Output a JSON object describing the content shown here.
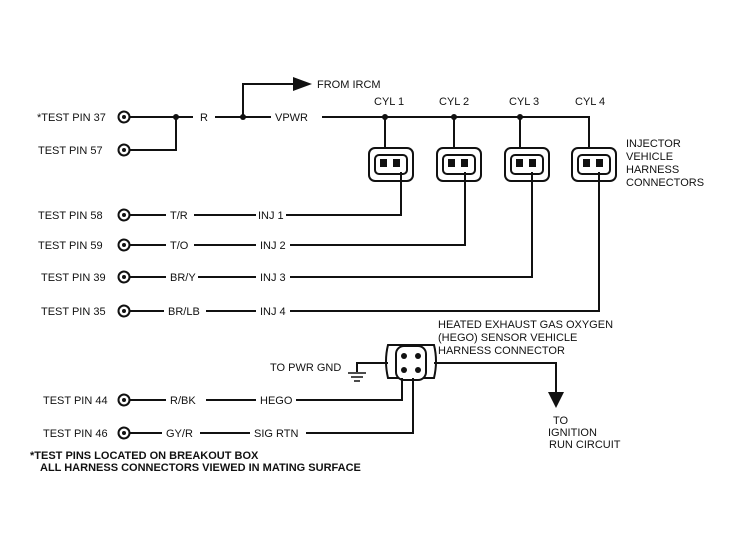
{
  "test_pins": [
    {
      "label": "*TEST PIN 37",
      "wire_color": "R",
      "signal": "VPWR"
    },
    {
      "label": "TEST PIN 57",
      "wire_color": "",
      "signal": ""
    },
    {
      "label": "TEST PIN 58",
      "wire_color": "T/R",
      "signal": "INJ 1"
    },
    {
      "label": "TEST PIN 59",
      "wire_color": "T/O",
      "signal": "INJ 2"
    },
    {
      "label": "TEST PIN 39",
      "wire_color": "BR/Y",
      "signal": "INJ 3"
    },
    {
      "label": "TEST PIN 35",
      "wire_color": "BR/LB",
      "signal": "INJ 4"
    },
    {
      "label": "TEST PIN 44",
      "wire_color": "R/BK",
      "signal": "HEGO"
    },
    {
      "label": "TEST PIN 46",
      "wire_color": "GY/R",
      "signal": "SIG RTN"
    }
  ],
  "from_ircm": "FROM IRCM",
  "cylinders": [
    "CYL 1",
    "CYL 2",
    "CYL 3",
    "CYL 4"
  ],
  "injector_connectors_label": [
    "INJECTOR",
    "VEHICLE",
    "HARNESS",
    "CONNECTORS"
  ],
  "hego_label": [
    "HEATED EXHAUST GAS OXYGEN",
    "(HEGO) SENSOR VEHICLE",
    "HARNESS CONNECTOR"
  ],
  "pwr_gnd": "TO PWR GND",
  "ignition": [
    "TO",
    "IGNITION",
    "RUN CIRCUIT"
  ],
  "notes": [
    "*TEST PINS LOCATED ON BREAKOUT BOX",
    "ALL HARNESS CONNECTORS VIEWED IN MATING SURFACE"
  ]
}
